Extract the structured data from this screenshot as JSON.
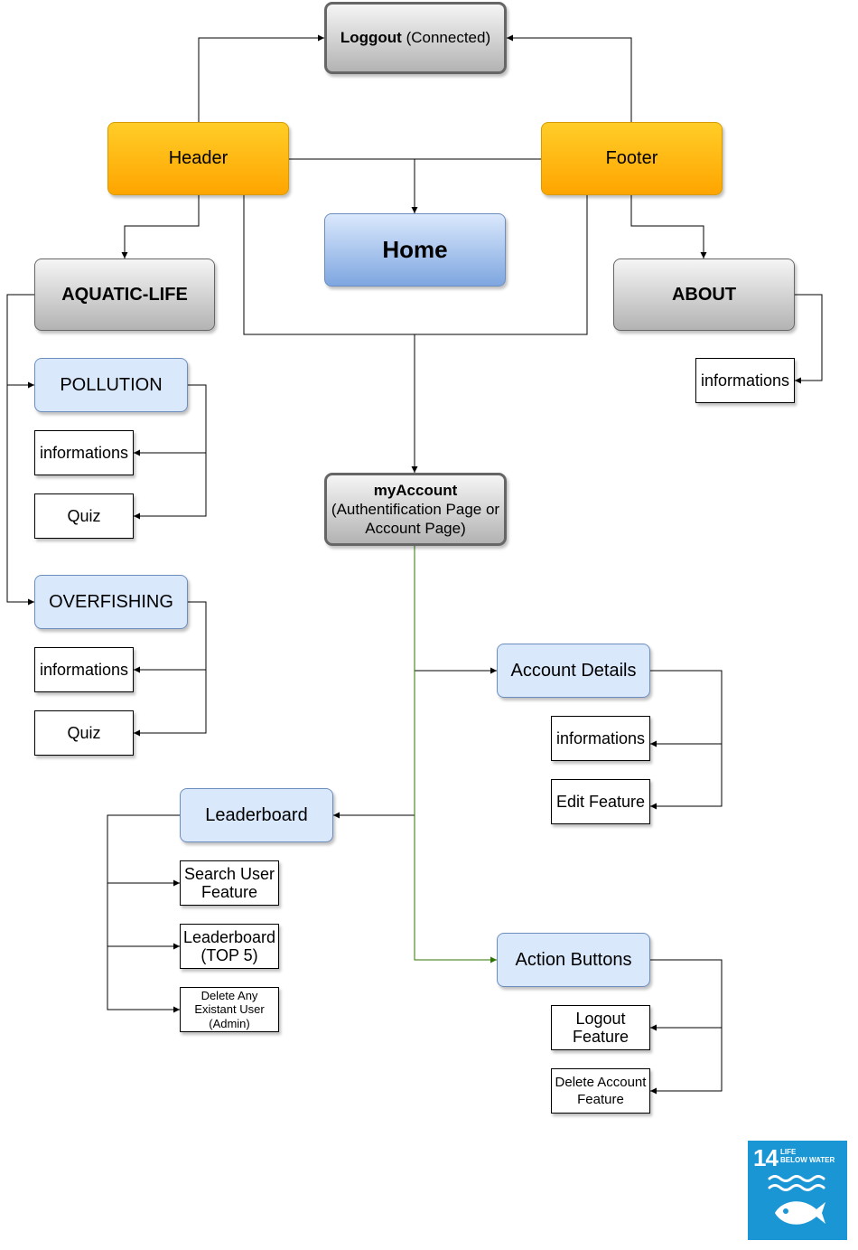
{
  "diagram": {
    "logout": {
      "bold": "Loggout",
      "rest": "(Connected)"
    },
    "header": "Header",
    "footer": "Footer",
    "home": "Home",
    "aquatic_life": "AQUATIC-LIFE",
    "about": "ABOUT",
    "about_info": "informations",
    "pollution": "POLLUTION",
    "pollution_info": "informations",
    "pollution_quiz": "Quiz",
    "overfishing": "OVERFISHING",
    "overfishing_info": "informations",
    "overfishing_quiz": "Quiz",
    "myaccount": {
      "title": "myAccount",
      "line1": "(Authentification Page or",
      "line2": "Account Page)"
    },
    "account_details": "Account Details",
    "account_info": "informations",
    "edit_feature": "Edit Feature",
    "leaderboard": "Leaderboard",
    "search_user": {
      "line1": "Search User",
      "line2": "Feature"
    },
    "leaderboard_top": {
      "line1": "Leaderboard",
      "line2": "(TOP 5)"
    },
    "delete_user": {
      "line1": "Delete Any",
      "line2": "Existant User",
      "line3": "(Admin)"
    },
    "action_buttons": "Action Buttons",
    "logout_feature": {
      "line1": "Logout",
      "line2": "Feature"
    },
    "delete_account": {
      "line1": "Delete Account",
      "line2": "Feature"
    }
  },
  "badge": {
    "number": "14",
    "line1": "LIFE",
    "line2": "BELOW WATER",
    "color": "#1a96d5"
  },
  "colors": {
    "edge": "#000000",
    "edge_green": "#2d7600"
  }
}
